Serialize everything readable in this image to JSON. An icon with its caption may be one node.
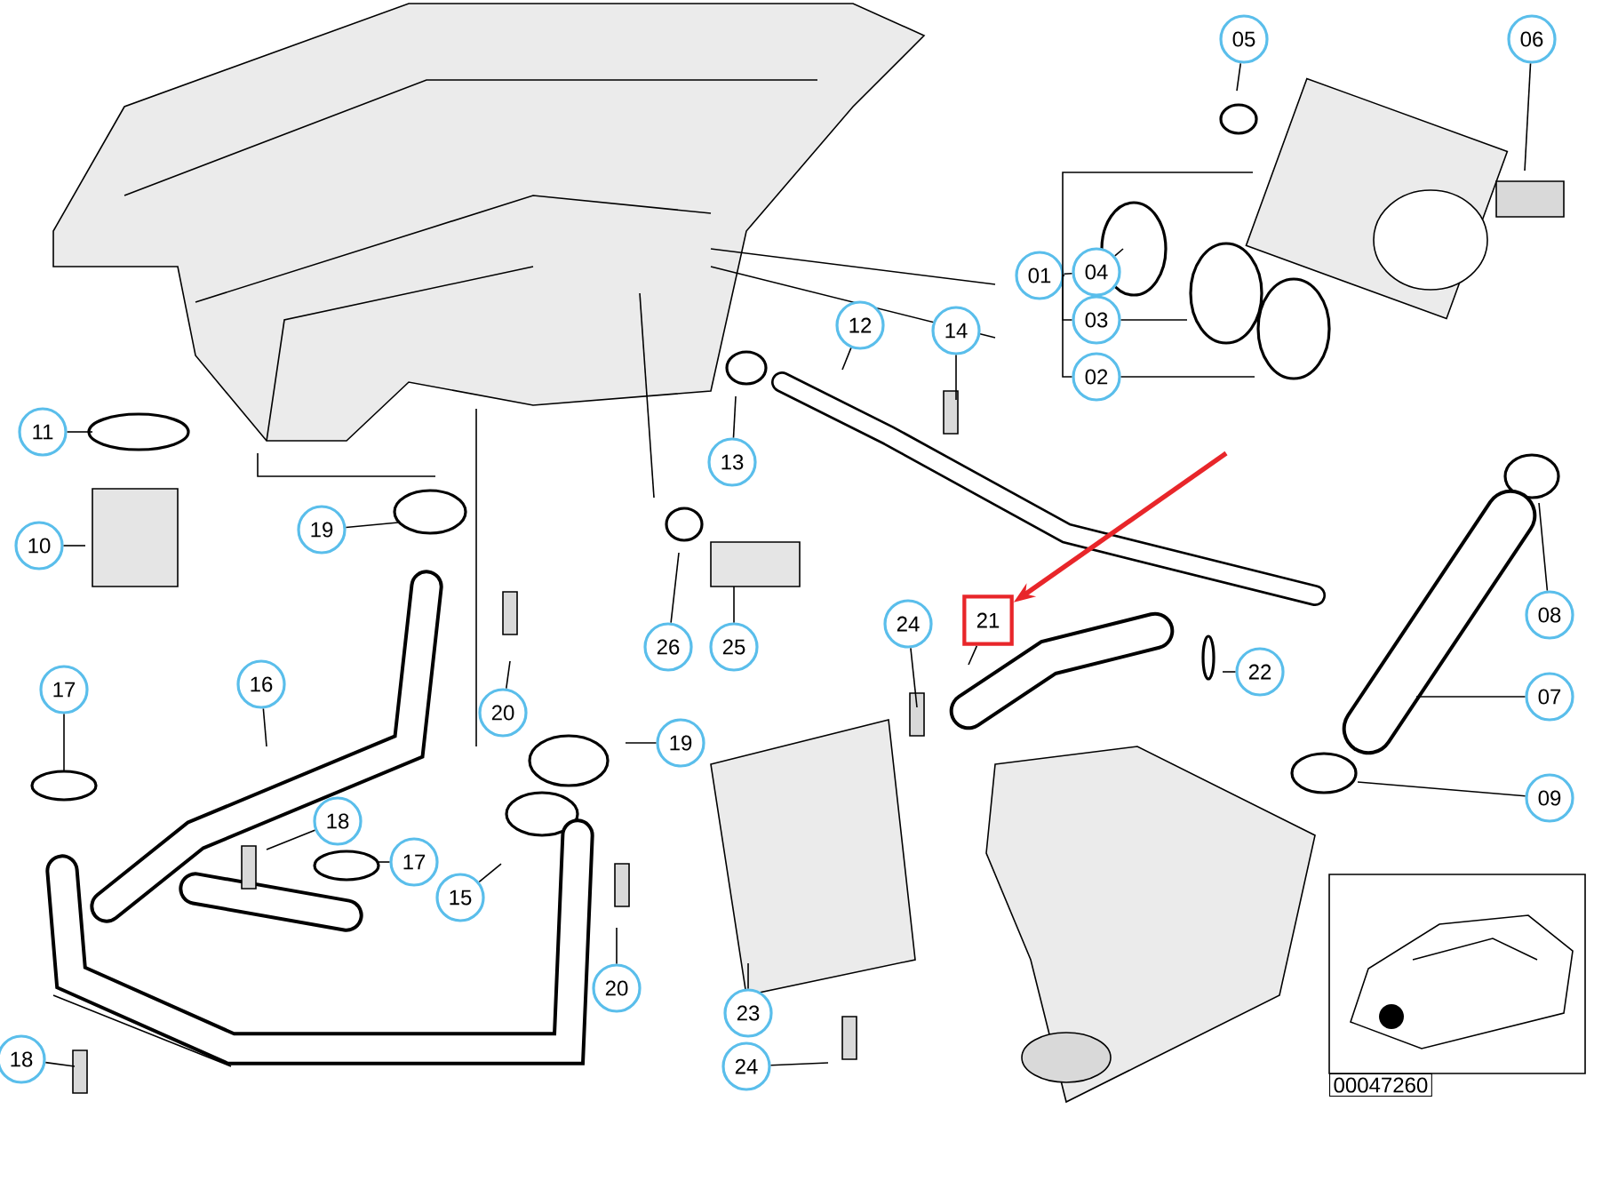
{
  "diagram": {
    "nodes": [
      {
        "text": [
          "05"
        ]
      },
      {
        "text": [
          "06"
        ]
      },
      {
        "text": [
          "01"
        ]
      },
      {
        "text": [
          "04"
        ]
      },
      {
        "text": [
          "03"
        ]
      },
      {
        "text": [
          "02"
        ]
      },
      {
        "text": [
          "12"
        ]
      },
      {
        "text": [
          "14"
        ]
      },
      {
        "text": [
          "11"
        ]
      },
      {
        "text": [
          "13"
        ]
      },
      {
        "text": [
          "08"
        ]
      },
      {
        "text": [
          "10"
        ]
      },
      {
        "text": [
          "19"
        ]
      },
      {
        "text": [
          "26"
        ]
      },
      {
        "text": [
          "25"
        ]
      },
      {
        "text": [
          "24"
        ]
      },
      {
        "text": [
          "21"
        ]
      },
      {
        "text": [
          "22"
        ]
      },
      {
        "text": [
          "17"
        ]
      },
      {
        "text": [
          "16"
        ]
      },
      {
        "text": [
          "20"
        ]
      },
      {
        "text": [
          "07"
        ]
      },
      {
        "text": [
          "19"
        ]
      },
      {
        "text": [
          "09"
        ]
      },
      {
        "text": [
          "18"
        ]
      },
      {
        "text": [
          "17"
        ]
      },
      {
        "text": [
          "15"
        ]
      },
      {
        "text": [
          "20"
        ]
      },
      {
        "text": [
          "23"
        ]
      },
      {
        "text": [
          "24"
        ]
      },
      {
        "text": [
          "18"
        ]
      }
    ],
    "edges": [
      {
        "from": 0,
        "to": null,
        "arrow": "none"
      },
      {
        "from": 1,
        "to": null,
        "arrow": "none"
      },
      {
        "from": 2,
        "to": 3,
        "arrow": "none"
      },
      {
        "from": 2,
        "to": 4,
        "arrow": "none"
      },
      {
        "from": 2,
        "to": 5,
        "arrow": "none"
      },
      {
        "from": 2,
        "to": null,
        "arrow": "none"
      },
      {
        "from": 3,
        "to": null,
        "arrow": "none"
      },
      {
        "from": 4,
        "to": null,
        "arrow": "none"
      },
      {
        "from": 5,
        "to": null,
        "arrow": "none"
      },
      {
        "from": 6,
        "to": null,
        "arrow": "none"
      },
      {
        "from": 7,
        "to": null,
        "arrow": "none"
      },
      {
        "from": 8,
        "to": null,
        "arrow": "none"
      },
      {
        "from": 9,
        "to": null,
        "arrow": "none"
      },
      {
        "from": 10,
        "to": null,
        "arrow": "none"
      },
      {
        "from": 11,
        "to": null,
        "arrow": "none"
      },
      {
        "from": 12,
        "to": null,
        "arrow": "none"
      },
      {
        "from": 13,
        "to": null,
        "arrow": "none"
      },
      {
        "from": 14,
        "to": null,
        "arrow": "none"
      },
      {
        "from": 15,
        "to": null,
        "arrow": "none"
      },
      {
        "from": 16,
        "to": null,
        "arrow": "none"
      },
      {
        "from": 17,
        "to": null,
        "arrow": "none"
      },
      {
        "from": 18,
        "to": null,
        "arrow": "none"
      },
      {
        "from": 19,
        "to": null,
        "arrow": "none"
      },
      {
        "from": 20,
        "to": null,
        "arrow": "none"
      },
      {
        "from": 21,
        "to": null,
        "arrow": "none"
      },
      {
        "from": 22,
        "to": null,
        "arrow": "none"
      },
      {
        "from": 23,
        "to": null,
        "arrow": "none"
      },
      {
        "from": 24,
        "to": null,
        "arrow": "none"
      },
      {
        "from": 25,
        "to": null,
        "arrow": "none"
      },
      {
        "from": 26,
        "to": null,
        "arrow": "none"
      },
      {
        "from": 27,
        "to": null,
        "arrow": "none"
      },
      {
        "from": 28,
        "to": null,
        "arrow": "none"
      },
      {
        "from": 29,
        "to": null,
        "arrow": "none"
      },
      {
        "from": 30,
        "to": null,
        "arrow": "none"
      },
      {
        "from": null,
        "to": 16,
        "arrow": "to",
        "style": "thick",
        "color": "#e8262a"
      }
    ],
    "labels": [
      "00047260"
    ]
  }
}
